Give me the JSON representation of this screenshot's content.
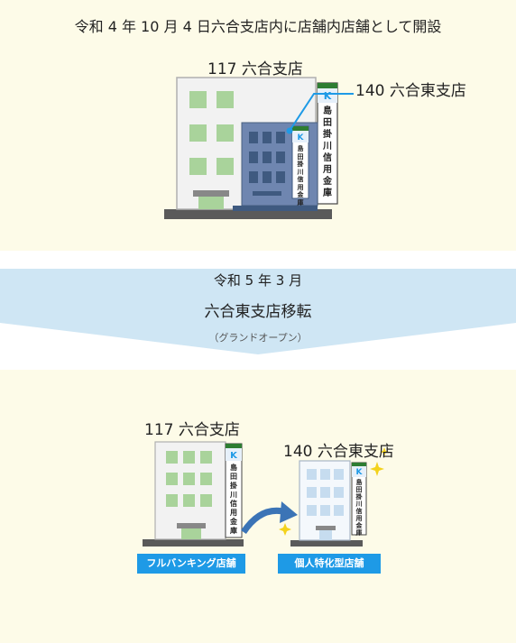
{
  "header": {
    "title": "令和 4 年 10 月 4 日六合支店内に店舗内店舗として開設"
  },
  "before": {
    "main_branch_label": "117 六合支店",
    "east_branch_label": "140 六合東支店",
    "sign_text": "島田掛川信用金庫"
  },
  "banner": {
    "date": "令和 5 年 3 月",
    "event": "六合東支店移転",
    "note": "（グランドオープン）"
  },
  "after": {
    "main_branch_label": "117 六合支店",
    "east_branch_label": "140 六合東支店",
    "main_branch_tag": "フルバンキング店舗",
    "east_branch_tag": "個人特化型店舗",
    "sign_text": "島田掛川信用金庫"
  },
  "colors": {
    "panel": "#fdfbe8",
    "banner": "#cfe6f4",
    "tag": "#1e9ae6",
    "arrow": "#3b74b6",
    "sparkle": "#f3d21c"
  }
}
